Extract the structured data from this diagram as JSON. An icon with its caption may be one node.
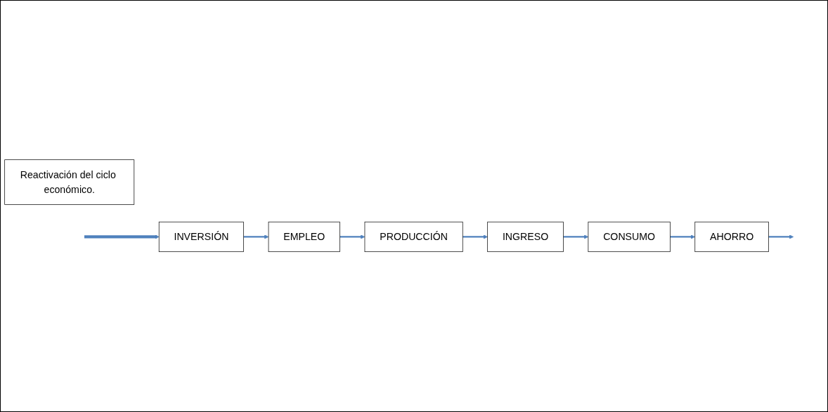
{
  "diagram": {
    "nodes": [
      {
        "text": [
          "INVERSIÓN"
        ]
      },
      {
        "text": [
          "EMPLEO"
        ]
      },
      {
        "text": [
          "PRODUCCIÓN"
        ]
      },
      {
        "text": [
          "INGRESO"
        ]
      },
      {
        "text": [
          "CONSUMO"
        ]
      },
      {
        "text": [
          "AHORRO"
        ]
      },
      {
        "text": [
          "Reactivación del ciclo económico."
        ]
      }
    ],
    "edges": [
      {
        "from": 0,
        "to": 1,
        "arrow": "to"
      },
      {
        "from": 1,
        "to": 2,
        "arrow": "to"
      },
      {
        "from": 2,
        "to": 3,
        "arrow": "to"
      },
      {
        "from": 3,
        "to": 4,
        "arrow": "to"
      },
      {
        "from": 4,
        "to": 5,
        "arrow": "to"
      },
      {
        "from": 5,
        "to": null,
        "arrow": "to"
      },
      {
        "from": null,
        "to": 0,
        "arrow": "to",
        "style": "thick"
      }
    ]
  }
}
